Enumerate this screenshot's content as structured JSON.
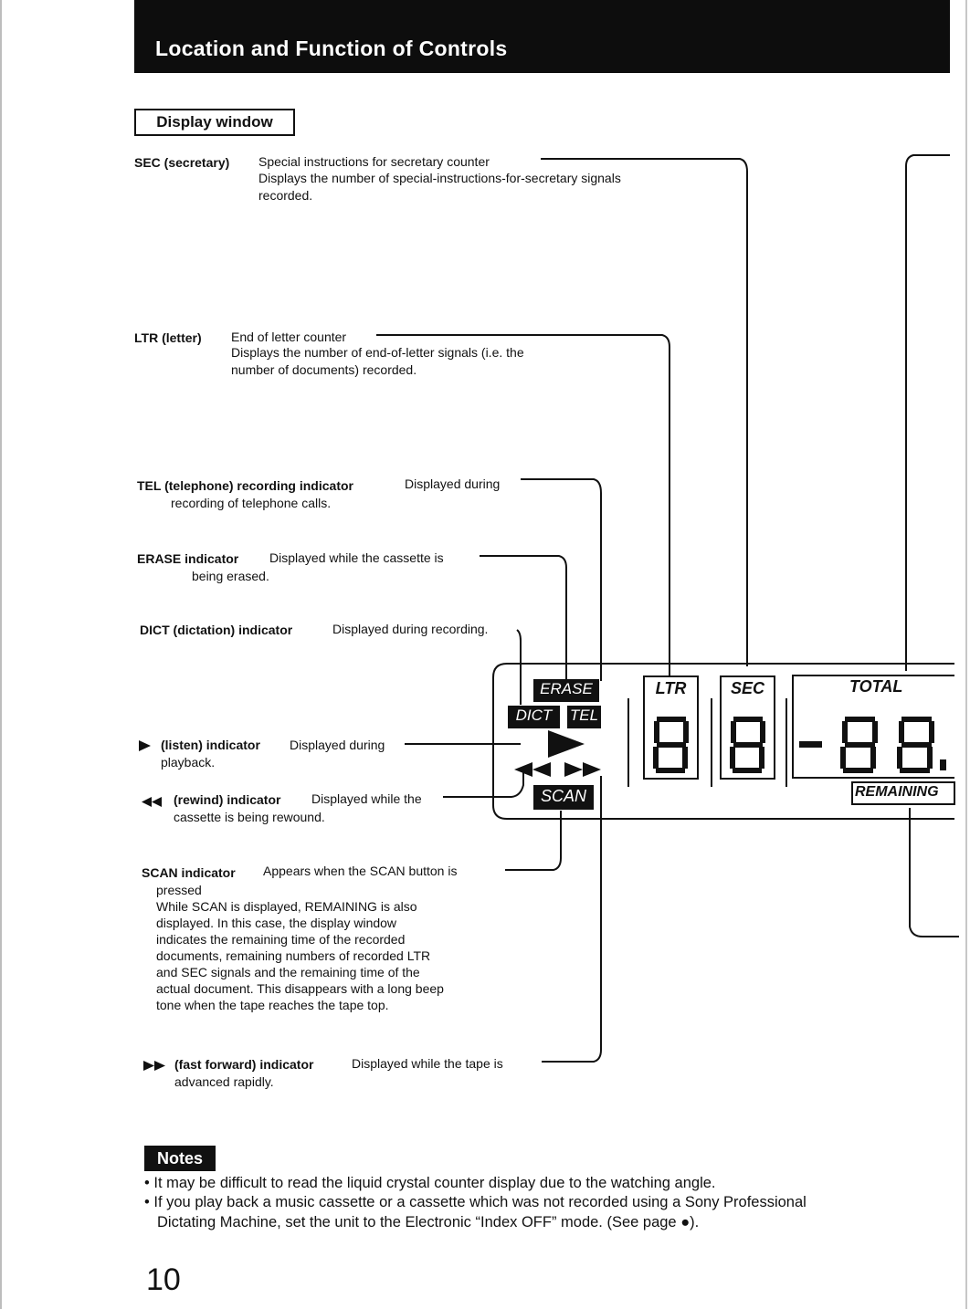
{
  "header": {
    "title": "Location and Function of Controls"
  },
  "section": {
    "title": "Display window"
  },
  "sec": {
    "label": "SEC (secretary)",
    "line1": "Special instructions for secretary counter",
    "line2": "Displays the number of special-instructions-for-secretary signals",
    "line3": "recorded."
  },
  "ltr": {
    "label": "LTR (letter)",
    "line1": "End of letter counter",
    "line2": "Displays the number of end-of-letter signals (i.e. the",
    "line3": "number of documents) recorded."
  },
  "tel": {
    "label": "TEL (telephone) recording indicator",
    "line1": "Displayed during",
    "line2": "recording of telephone calls."
  },
  "erase": {
    "label": "ERASE indicator",
    "line1": "Displayed while the cassette is",
    "line2": "being erased."
  },
  "dict": {
    "label": "DICT (dictation) indicator",
    "line1": "Displayed during recording."
  },
  "listen": {
    "label": "(listen) indicator",
    "line1": "Displayed during",
    "line2": "playback."
  },
  "rewind": {
    "label": "(rewind) indicator",
    "line1": "Displayed while the",
    "line2": "cassette is being rewound."
  },
  "scan": {
    "label": "SCAN indicator",
    "line1": "Appears when the SCAN button is",
    "lines": [
      "pressed",
      "While SCAN is displayed, REMAINING is also",
      "displayed. In this case, the display window",
      "indicates the remaining time of the recorded",
      "documents, remaining numbers of recorded LTR",
      "and SEC signals and the remaining time of the",
      "actual document. This disappears with a long beep",
      "tone when the tape reaches the tape top."
    ]
  },
  "ff": {
    "label": "(fast forward) indicator",
    "line1": "Displayed while the tape is",
    "line2": "advanced rapidly."
  },
  "display": {
    "erase": "ERASE",
    "dict": "DICT",
    "tel": "TEL",
    "scan": "SCAN",
    "ltr": "LTR",
    "sec": "SEC",
    "total": "TOTAL",
    "remaining": "REMAINING",
    "digit": "8",
    "minus": "-"
  },
  "notes": {
    "badge": "Notes",
    "items": [
      "It may be difficult to read the liquid crystal counter display due to the watching angle.",
      "If you play back a music cassette or a cassette which was not recorded using a Sony Professional",
      "Dictating Machine, set the unit to the Electronic “Index OFF” mode. (See page ●)."
    ]
  },
  "page_number": "10"
}
